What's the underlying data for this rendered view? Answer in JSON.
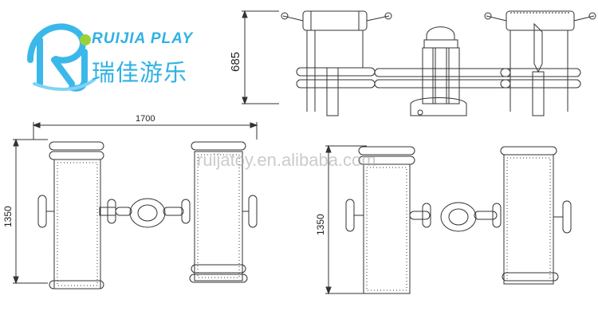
{
  "brand": {
    "name_en": "RUIJIA PLAY",
    "name_cn": "瑞佳游乐",
    "logo_letters": "Ri",
    "primary_color": "#2fb1e6",
    "accent_color": "#9ad23c"
  },
  "watermark": "ruijatoy.en.alibaba.com",
  "dimensions": {
    "side_height": "685",
    "top_width": "1700",
    "top_depth_left": "1350",
    "top_depth_right": "1350"
  },
  "line_color": "#333333"
}
